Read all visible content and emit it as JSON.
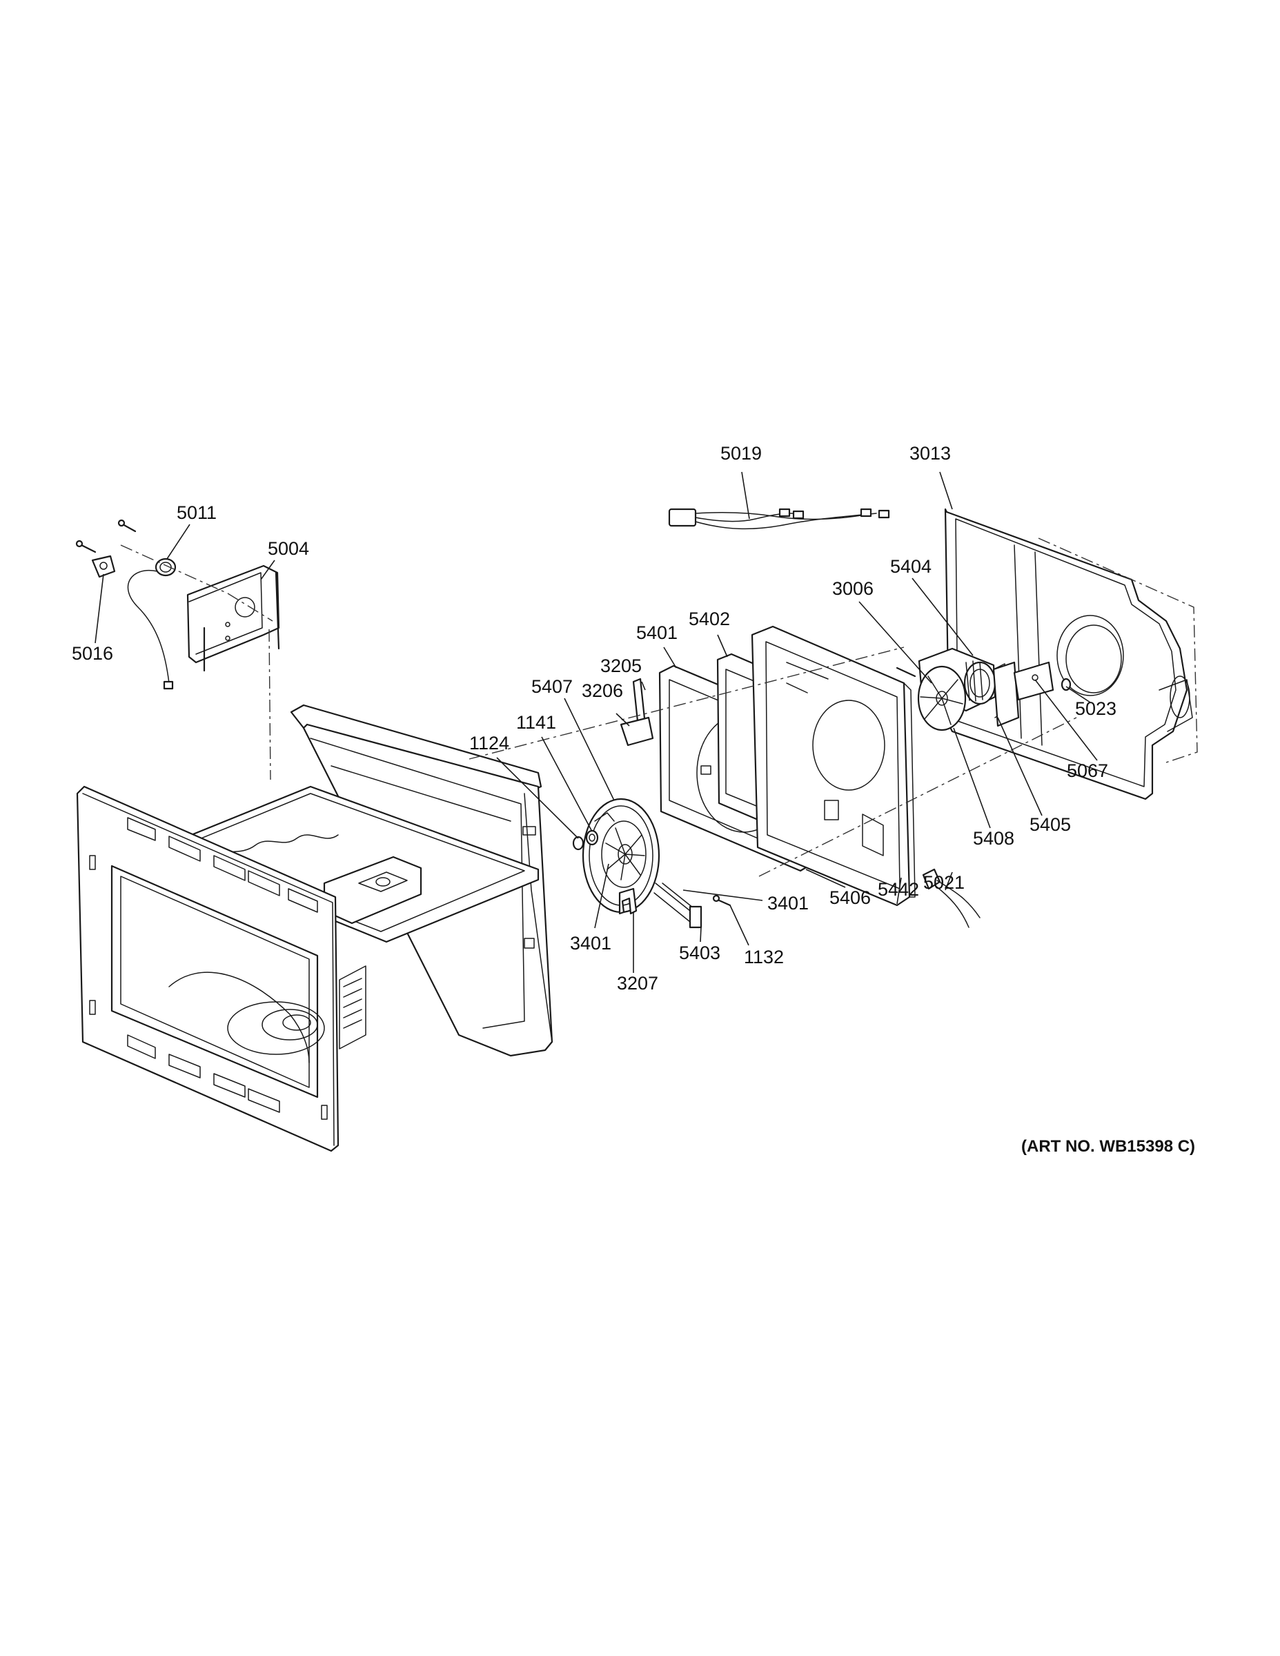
{
  "art_number": "(ART NO. WB15398 C)",
  "callouts": [
    {
      "id": "c-5019",
      "label": "5019"
    },
    {
      "id": "c-3013",
      "label": "3013"
    },
    {
      "id": "c-5011",
      "label": "5011"
    },
    {
      "id": "c-5004",
      "label": "5004"
    },
    {
      "id": "c-5016",
      "label": "5016"
    },
    {
      "id": "c-3006",
      "label": "3006"
    },
    {
      "id": "c-5404",
      "label": "5404"
    },
    {
      "id": "c-5402",
      "label": "5402"
    },
    {
      "id": "c-5401",
      "label": "5401"
    },
    {
      "id": "c-3205",
      "label": "3205"
    },
    {
      "id": "c-5407",
      "label": "5407"
    },
    {
      "id": "c-3206",
      "label": "3206"
    },
    {
      "id": "c-1141",
      "label": "1141"
    },
    {
      "id": "c-1124",
      "label": "1124"
    },
    {
      "id": "c-5023",
      "label": "5023"
    },
    {
      "id": "c-5067",
      "label": "5067"
    },
    {
      "id": "c-5405",
      "label": "5405"
    },
    {
      "id": "c-5408",
      "label": "5408"
    },
    {
      "id": "c-5021",
      "label": "5021"
    },
    {
      "id": "c-5442",
      "label": "5442"
    },
    {
      "id": "c-5406",
      "label": "5406"
    },
    {
      "id": "c-3401a",
      "label": "3401"
    },
    {
      "id": "c-3401b",
      "label": "3401"
    },
    {
      "id": "c-5403",
      "label": "5403"
    },
    {
      "id": "c-1132",
      "label": "1132"
    },
    {
      "id": "c-3207",
      "label": "3207"
    }
  ]
}
